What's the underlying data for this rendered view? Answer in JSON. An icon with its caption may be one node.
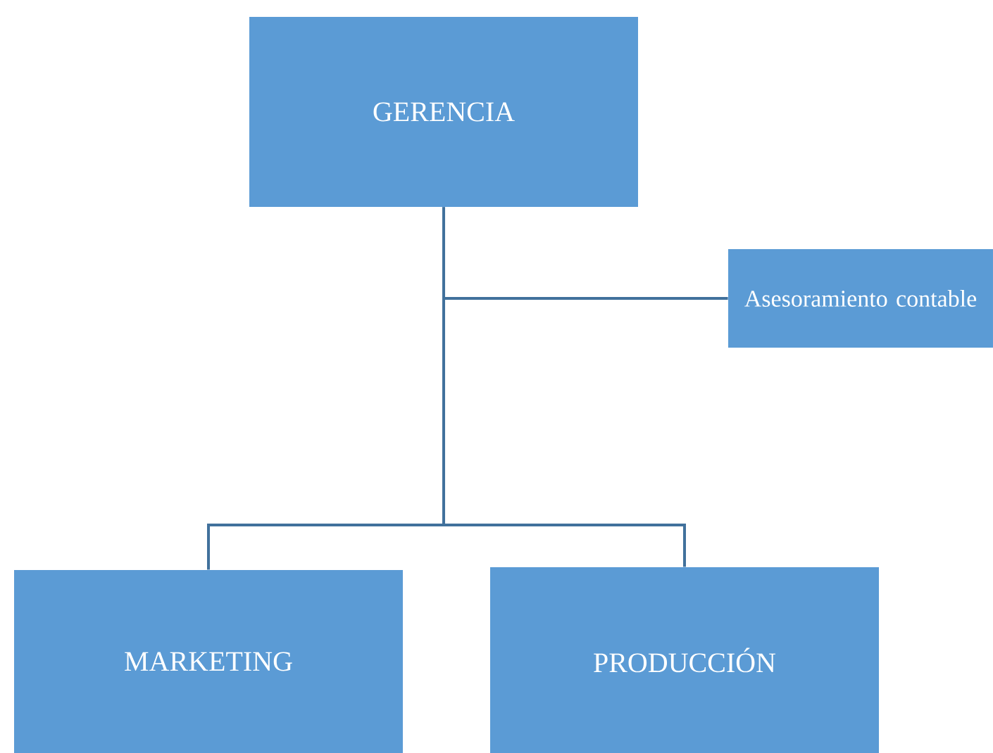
{
  "diagram": {
    "nodes": [
      {
        "text": [
          "GERENCIA"
        ]
      },
      {
        "text": [
          "Asesoramiento contable"
        ]
      },
      {
        "text": [
          "MARKETING"
        ]
      },
      {
        "text": [
          "PRODUCCIÓN"
        ]
      }
    ],
    "edges": [
      {
        "from": 0,
        "to": 1,
        "arrow": "none"
      },
      {
        "from": 0,
        "to": 2,
        "arrow": "none"
      },
      {
        "from": 0,
        "to": 3,
        "arrow": "none"
      }
    ]
  }
}
